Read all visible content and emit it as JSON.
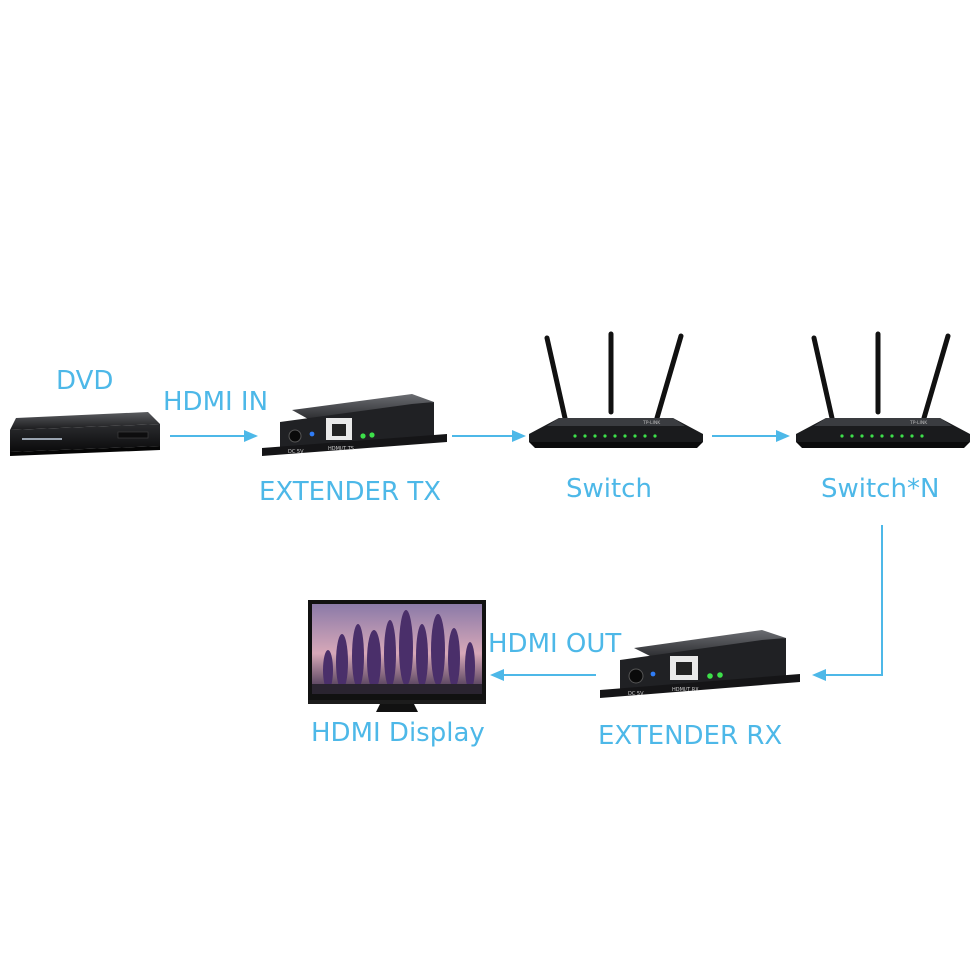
{
  "labels": {
    "dvd": "DVD",
    "hdmi_in": "HDMI IN",
    "extender_tx": "EXTENDER TX",
    "switch": "Switch",
    "switch_n": "Switch*N",
    "hdmi_out": "HDMI OUT",
    "hdmi_display": "HDMI Display",
    "extender_rx": "EXTENDER RX"
  },
  "device_text": {
    "tx_dc": "DC 5V",
    "tx_port": "HDMI/T TS",
    "rx_dc": "DC 5V",
    "rx_port": "HDMI/T RX",
    "router_brand": "TP-LINK"
  },
  "colors": {
    "label": "#4db8e8",
    "arrow": "#4db8e8",
    "device": "#1b1c1e",
    "led_green": "#3de04a",
    "led_blue": "#2f7cf5"
  }
}
